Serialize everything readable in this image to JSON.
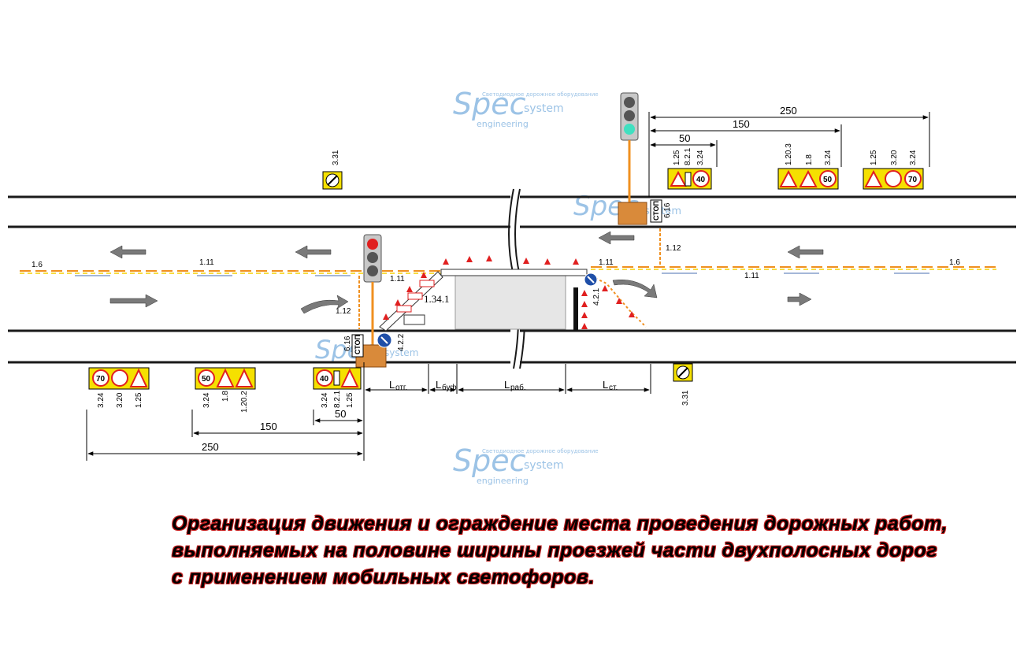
{
  "watermark": {
    "brand_main": "Spec",
    "brand_sub": "system",
    "brand_eng": "engineering",
    "tagline": "Светодиодное дорожное оборудование"
  },
  "caption": {
    "line1": "Организация движения и ограждение места проведения дорожных работ,",
    "line2": "выполняемых на половине ширины проезжей части двухполосных дорог",
    "line3": "с применением мобильных светофоров."
  },
  "marking_labels": {
    "m1_6_left": "1.6",
    "m1_6_right": "1.6",
    "m1_11_a": "1.11",
    "m1_11_b": "1.11",
    "m1_11_c": "1.11",
    "m1_11_d": "1.11",
    "m1_12_left": "1.12",
    "m1_12_right": "1.12",
    "m1_34_1": "1.34.1"
  },
  "signs": {
    "s3_31_top": "3.31",
    "s3_31_bottom": "3.31",
    "s6_16": "6.16",
    "s6_16_b": "6.16",
    "stop_text": "СТОП",
    "s4_2_2": "4.2.2",
    "s4_2_1": "4.2.1",
    "top_group_1": [
      "1.25",
      "8.2.1",
      "3.24"
    ],
    "top_group_2": [
      "1.20.3",
      "1.8",
      "3.24"
    ],
    "top_group_3": [
      "1.25",
      "3.20",
      "3.24"
    ],
    "bottom_group_1": [
      "3.24",
      "3.20",
      "1.25"
    ],
    "bottom_group_2": [
      "3.24",
      "1.8",
      "1.20.2"
    ],
    "bottom_group_3": [
      "3.24",
      "8.2.1",
      "1.25"
    ],
    "speed_70": "70",
    "speed_50": "50",
    "speed_40": "40"
  },
  "dimensions": {
    "top_250": "250",
    "top_150": "150",
    "top_50": "50",
    "bottom_250": "250",
    "bottom_150": "150",
    "bottom_50": "50",
    "l_otg": "L",
    "l_otg_sub": "отг.",
    "l_buf": "L",
    "l_buf_sub": "буф",
    "l_rab": "L",
    "l_rab_sub": "раб.",
    "l_st": "L",
    "l_st_sub": "ст."
  },
  "colors": {
    "road_line": "#1a1a1a",
    "marking_orange": "#f09020",
    "marking_yellow": "#f5d000",
    "arrow_gray": "#7a7a7a",
    "cone_red": "#e02020",
    "sign_yellow": "#f5e000",
    "sign_blue": "#1f4fa8",
    "light_red": "#e02020",
    "light_green": "#40e0c0"
  }
}
